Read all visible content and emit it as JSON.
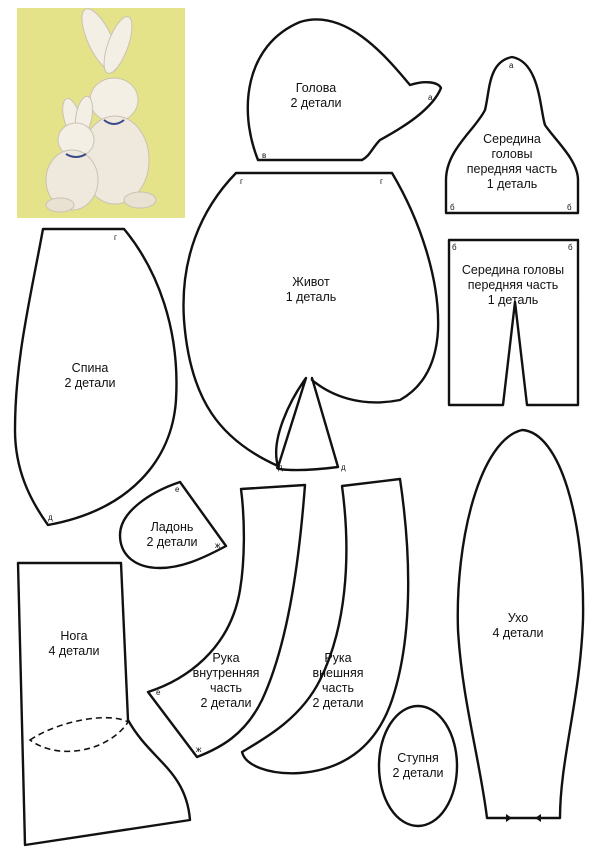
{
  "pieces": {
    "head": {
      "lines": [
        "Голова",
        "2 детали"
      ],
      "marks": [
        "а",
        "в"
      ]
    },
    "head_mid_1": {
      "lines": [
        "Середина",
        "головы",
        "передняя часть",
        "1 деталь"
      ],
      "marks": [
        "а",
        "б",
        "б"
      ]
    },
    "belly": {
      "lines": [
        "Живот",
        "1 деталь"
      ],
      "marks": [
        "г",
        "г",
        "д",
        "д"
      ]
    },
    "head_mid_2": {
      "lines": [
        "Середина головы",
        "передняя часть",
        "1 деталь"
      ],
      "marks": [
        "б",
        "б"
      ]
    },
    "back": {
      "lines": [
        "Спина",
        "2 детали"
      ],
      "marks": [
        "г",
        "д"
      ]
    },
    "palm": {
      "lines": [
        "Ладонь",
        "2 детали"
      ],
      "marks": [
        "е",
        "ж"
      ]
    },
    "leg": {
      "lines": [
        "Нога",
        "4 детали"
      ]
    },
    "arm_inner": {
      "lines": [
        "Рука",
        "внутренняя",
        "часть",
        "2 детали"
      ],
      "marks": [
        "е",
        "ж"
      ]
    },
    "arm_outer": {
      "lines": [
        "Рука",
        "внешняя",
        "часть",
        "2 детали"
      ]
    },
    "ear": {
      "lines": [
        "Ухо",
        "4 детали"
      ]
    },
    "foot": {
      "lines": [
        "Ступня",
        "2 детали"
      ]
    }
  },
  "photo": {
    "description_icon": "plush-bunnies-photo"
  },
  "colors": {
    "outline": "#111111",
    "photo_background": "#e4e38a"
  }
}
